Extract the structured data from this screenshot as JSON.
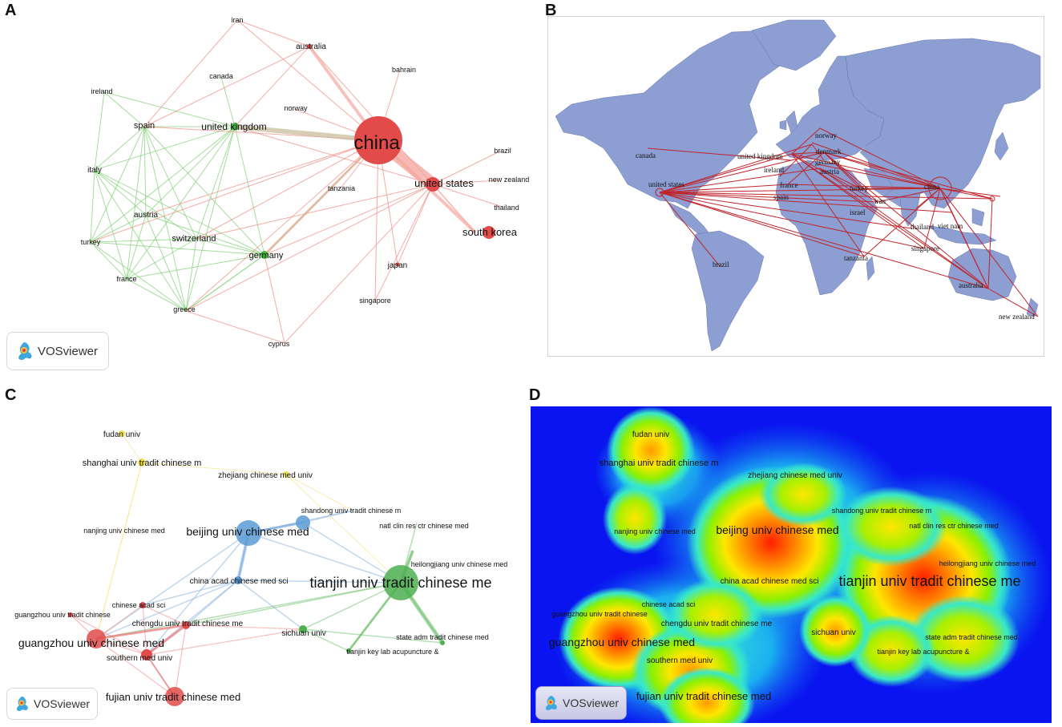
{
  "panel_labels": {
    "a": "A",
    "b": "B",
    "c": "C",
    "d": "D"
  },
  "vosviewer_label": "VOSviewer",
  "panel_a": {
    "countries": {
      "china": "china",
      "united_states": "united states",
      "south_korea": "south korea",
      "united_kingdom": "united kingdom",
      "spain": "spain",
      "italy": "italy",
      "ireland": "ireland",
      "canada": "canada",
      "iran": "iran",
      "australia": "australia",
      "bahrain": "bahrain",
      "norway": "norway",
      "brazil": "brazil",
      "new_zealand": "new zealand",
      "thailand": "thailand",
      "tanzania": "tanzania",
      "japan": "japan",
      "singapore": "singapore",
      "germany": "germany",
      "switzerland": "switzerland",
      "austria": "austria",
      "turkey": "turkey",
      "france": "france",
      "greece": "greece",
      "cyprus": "cyprus"
    }
  },
  "panel_b": {
    "labels": {
      "canada": "canada",
      "united_states": "united states",
      "brazil": "brazil",
      "united_kingdom": "united kingdom",
      "ireland": "ireland",
      "norway": "norway",
      "denmark": "denmark",
      "germany": "germany",
      "austria": "austria",
      "france": "france",
      "spain": "spain",
      "turkey": "turkey",
      "iran": "iran",
      "israel": "israel",
      "china": "china",
      "thailand": "thailand",
      "viet_nam": "viet nam",
      "singapore": "singapore",
      "tanzania": "tanzania",
      "australia": "australia",
      "new_zealand": "new zealand"
    },
    "colors": {
      "ocean": "#ffffff",
      "land": "#8c9ed2",
      "links": "#c0262c"
    }
  },
  "panel_c": {
    "institutions": {
      "fudan": "fudan univ",
      "shanghai": "shanghai univ tradit chinese m",
      "zhejiang": "zhejiang chinese med univ",
      "shandong": "shandong univ tradit chinese m",
      "beijing": "beijing univ chinese med",
      "natl": "natl clin res ctr chinese med",
      "nanjing": "nanjing univ chinese med",
      "heilongjiang": "heilongjiang univ chinese med",
      "china_acad": "china acad chinese med sci",
      "tianjin": "tianjin univ tradit chinese me",
      "chinese_acad": "chinese acad sci",
      "guangzhou_small": "guangzhou univ tradit chinese",
      "chengdu": "chengdu univ tradit chinese me",
      "guangzhou": "guangzhou univ chinese med",
      "sichuan": "sichuan univ",
      "state_adm": "state adm tradit chinese med",
      "southern": "southern med univ",
      "tianjin_key": "tianjin key lab acupuncture &",
      "fujian": "fujian univ tradit chinese med"
    },
    "cluster_colors": {
      "red": "#e14b4b",
      "green": "#4caf50",
      "blue": "#5b9bd5",
      "yellow": "#f2e24a"
    }
  },
  "panel_d": {
    "colors": {
      "background": "#0a14f0",
      "mid": "#38e8c8",
      "high": "#ffe600",
      "peak": "#ff1e00"
    }
  }
}
